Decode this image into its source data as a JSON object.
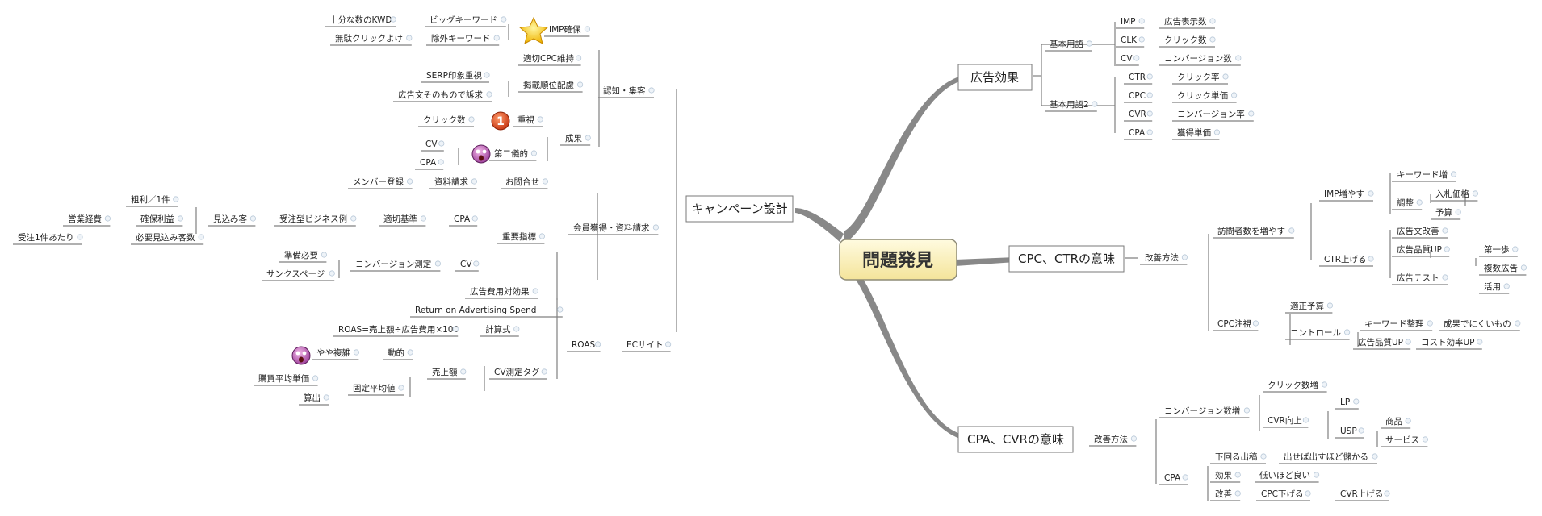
{
  "root": "問題発見",
  "branches": [
    {
      "id": "b_koka",
      "label": "広告効果"
    },
    {
      "id": "b_cpc",
      "label": "CPC、CTRの意味"
    },
    {
      "id": "b_cpa",
      "label": "CPA、CVRの意味"
    },
    {
      "id": "b_camp",
      "label": "キャンペーン設計"
    }
  ],
  "nodes": [
    {
      "id": "k1",
      "label": "基本用語"
    },
    {
      "id": "k1a",
      "label": "IMP"
    },
    {
      "id": "k1a2",
      "label": "広告表示数"
    },
    {
      "id": "k1b",
      "label": "CLK"
    },
    {
      "id": "k1b2",
      "label": "クリック数"
    },
    {
      "id": "k1c",
      "label": "CV"
    },
    {
      "id": "k1c2",
      "label": "コンバージョン数"
    },
    {
      "id": "k2",
      "label": "基本用語2"
    },
    {
      "id": "k2a",
      "label": "CTR"
    },
    {
      "id": "k2a2",
      "label": "クリック率"
    },
    {
      "id": "k2b",
      "label": "CPC"
    },
    {
      "id": "k2b2",
      "label": "クリック単価"
    },
    {
      "id": "k2c",
      "label": "CVR"
    },
    {
      "id": "k2c2",
      "label": "コンバージョン率"
    },
    {
      "id": "k2d",
      "label": "CPA"
    },
    {
      "id": "k2d2",
      "label": "獲得単価"
    },
    {
      "id": "c_imp",
      "label": "改善方法"
    },
    {
      "id": "c_visit",
      "label": "訪問者数を増やす"
    },
    {
      "id": "c_impup",
      "label": "IMP増やす"
    },
    {
      "id": "c_kw",
      "label": "キーワード増"
    },
    {
      "id": "c_adj",
      "label": "調整"
    },
    {
      "id": "c_bid",
      "label": "入札価格"
    },
    {
      "id": "c_budget",
      "label": "予算"
    },
    {
      "id": "c_ctr",
      "label": "CTR上げる"
    },
    {
      "id": "c_adtext",
      "label": "広告文改善"
    },
    {
      "id": "c_quality",
      "label": "広告品質UP"
    },
    {
      "id": "c_first",
      "label": "第一歩"
    },
    {
      "id": "c_test",
      "label": "広告テスト"
    },
    {
      "id": "c_multi",
      "label": "複数広告"
    },
    {
      "id": "c_use",
      "label": "活用"
    },
    {
      "id": "c_cpc",
      "label": "CPC注視"
    },
    {
      "id": "c_propbud",
      "label": "適正予算"
    },
    {
      "id": "c_ctrl",
      "label": "コントロール"
    },
    {
      "id": "c_kwsort",
      "label": "キーワード整理"
    },
    {
      "id": "c_hard",
      "label": "成果でにくいもの"
    },
    {
      "id": "c_qual2",
      "label": "広告品質UP"
    },
    {
      "id": "c_cost",
      "label": "コスト効率UP"
    },
    {
      "id": "p_imp",
      "label": "改善方法"
    },
    {
      "id": "p_cvup",
      "label": "コンバージョン数増"
    },
    {
      "id": "p_clk",
      "label": "クリック数増"
    },
    {
      "id": "p_cvr",
      "label": "CVR向上"
    },
    {
      "id": "p_lp",
      "label": "LP"
    },
    {
      "id": "p_usp",
      "label": "USP"
    },
    {
      "id": "p_prod",
      "label": "商品"
    },
    {
      "id": "p_serv",
      "label": "サービス"
    },
    {
      "id": "p_cpa",
      "label": "CPA"
    },
    {
      "id": "p_below",
      "label": "下回る出稿"
    },
    {
      "id": "p_more",
      "label": "出せば出すほど儲かる"
    },
    {
      "id": "p_eff",
      "label": "効果"
    },
    {
      "id": "p_low",
      "label": "低いほど良い"
    },
    {
      "id": "p_kaizen",
      "label": "改善"
    },
    {
      "id": "p_cpcdown",
      "label": "CPC下げる"
    },
    {
      "id": "p_cvrup",
      "label": "CVR上げる"
    },
    {
      "id": "n_aware",
      "label": "認知・集客"
    },
    {
      "id": "n_impk",
      "label": "IMP確保"
    },
    {
      "id": "n_big",
      "label": "ビッグキーワード"
    },
    {
      "id": "n_enough",
      "label": "十分な数のKWD"
    },
    {
      "id": "n_excl",
      "label": "除外キーワード"
    },
    {
      "id": "n_noclick",
      "label": "無駄クリックよけ"
    },
    {
      "id": "n_cpckeep",
      "label": "適切CPC維持"
    },
    {
      "id": "n_rank",
      "label": "掲載順位配慮"
    },
    {
      "id": "n_serp",
      "label": "SERP印象重視"
    },
    {
      "id": "n_adapp",
      "label": "広告文そのもので訴求"
    },
    {
      "id": "n_result",
      "label": "成果"
    },
    {
      "id": "n_juushi",
      "label": "重視"
    },
    {
      "id": "n_clicks",
      "label": "クリック数"
    },
    {
      "id": "n_second",
      "label": "第二儀的"
    },
    {
      "id": "n_cv",
      "label": "CV"
    },
    {
      "id": "n_cpa",
      "label": "CPA"
    },
    {
      "id": "n_member",
      "label": "会員獲得・資料請求"
    },
    {
      "id": "n_inq",
      "label": "お問合せ"
    },
    {
      "id": "n_doc",
      "label": "資料請求"
    },
    {
      "id": "n_reg",
      "label": "メンバー登録"
    },
    {
      "id": "n_kpi",
      "label": "重要指標"
    },
    {
      "id": "n_mcpa",
      "label": "CPA"
    },
    {
      "id": "n_crit",
      "label": "適切基準"
    },
    {
      "id": "n_recv",
      "label": "受注型ビジネス例"
    },
    {
      "id": "n_pros",
      "label": "見込み客"
    },
    {
      "id": "n_gross",
      "label": "粗利／1件"
    },
    {
      "id": "n_profit",
      "label": "確保利益"
    },
    {
      "id": "n_opex",
      "label": "営業経費"
    },
    {
      "id": "n_need",
      "label": "必要見込み客数"
    },
    {
      "id": "n_per",
      "label": "受注1件あたり"
    },
    {
      "id": "n_mcv",
      "label": "CV"
    },
    {
      "id": "n_cvmeas",
      "label": "コンバージョン測定"
    },
    {
      "id": "n_prep",
      "label": "準備必要"
    },
    {
      "id": "n_thanks",
      "label": "サンクスページ"
    },
    {
      "id": "n_ec",
      "label": "ECサイト"
    },
    {
      "id": "n_roas",
      "label": "ROAS"
    },
    {
      "id": "n_adcost",
      "label": "広告費用対効果"
    },
    {
      "id": "n_return",
      "label": "Return on Advertising Spend"
    },
    {
      "id": "n_calc",
      "label": "計算式"
    },
    {
      "id": "n_formula",
      "label": "ROAS=売上額÷広告費用×100"
    },
    {
      "id": "n_cvtag",
      "label": "CV測定タグ"
    },
    {
      "id": "n_sales",
      "label": "売上額"
    },
    {
      "id": "n_dyn",
      "label": "動的"
    },
    {
      "id": "n_complex",
      "label": "やや複雑"
    },
    {
      "id": "n_fixed",
      "label": "固定平均値"
    },
    {
      "id": "n_avg",
      "label": "購買平均単価"
    },
    {
      "id": "n_out",
      "label": "算出"
    }
  ]
}
